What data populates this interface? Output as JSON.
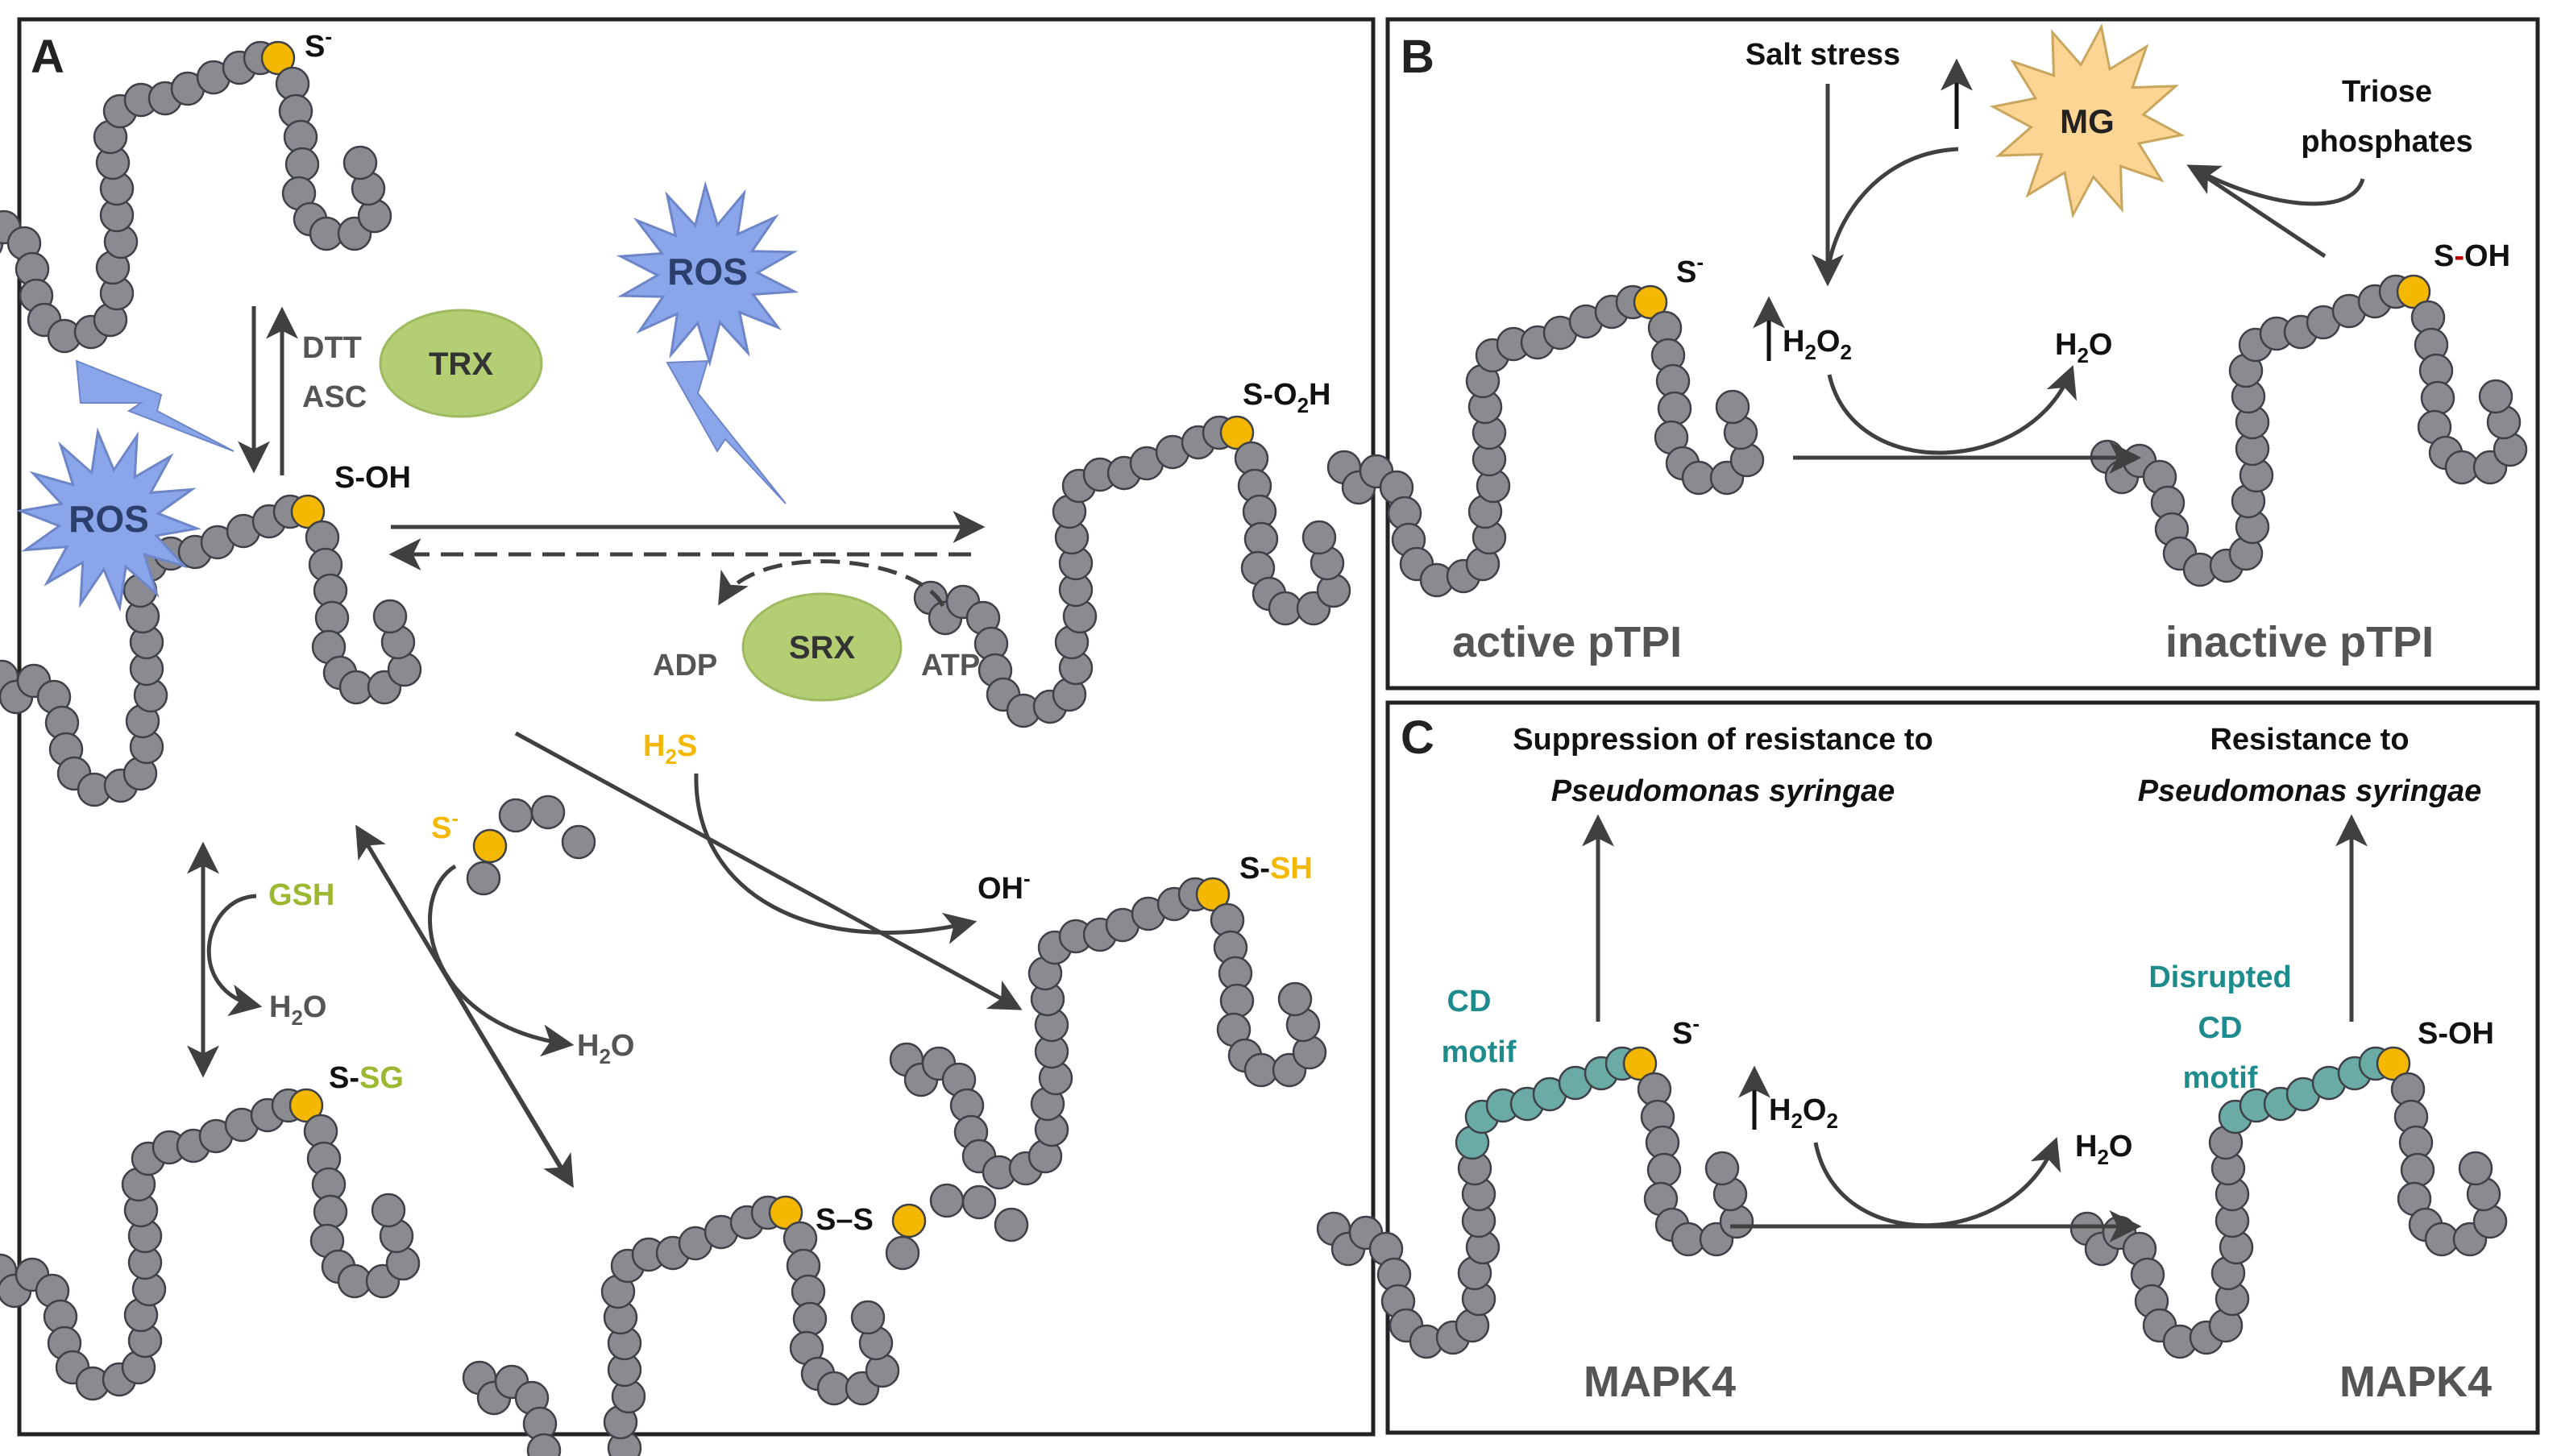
{
  "colors": {
    "bead_fill": "#8a8b90",
    "bead_stroke": "#3f4148",
    "cys_fill": "#f5b800",
    "cd_fill": "#6aaba6",
    "ros_fill": "#8aa5ea",
    "mg_fill": "#fcd494",
    "oval_fill": "#b4ce74",
    "arrow": "#404040",
    "text_dark": "#111111",
    "text_gray": "#555555",
    "gsh_green": "#9bb830",
    "h2s_orange": "#f5b800",
    "teal": "#1e8c8c",
    "red_dash": "#c00000"
  },
  "panelA": {
    "letter": "A",
    "top": {
      "state": "S",
      "charge": "-"
    },
    "center": {
      "state": "S-OH"
    },
    "right_top": {
      "state_prefix": "S-O",
      "sub": "2",
      "suffix": "H"
    },
    "dtt": "DTT",
    "asc": "ASC",
    "trx": "TRX",
    "ros_left": "ROS",
    "ros_top": "ROS",
    "srx": "SRX",
    "adp": "ADP",
    "atp": "ATP",
    "gsh": "GSH",
    "h2o_gsh": {
      "main": "H",
      "sub": "2",
      "tail": "O"
    },
    "gsh_product": {
      "s": "S-",
      "sg": "SG"
    },
    "thiolate": {
      "s": "S",
      "charge": "-"
    },
    "h2o_disulfide": {
      "main": "H",
      "sub": "2",
      "tail": "O"
    },
    "disulfide": "S–S",
    "h2s": {
      "main": "H",
      "sub": "2",
      "tail": "S"
    },
    "oh": {
      "main": "OH",
      "charge": "-"
    },
    "persulfide": {
      "s": "S-",
      "sh": "SH"
    }
  },
  "panelB": {
    "letter": "B",
    "salt": "Salt stress",
    "mg": "MG",
    "triose1": "Triose",
    "triose2": "phosphates",
    "state_left": {
      "s": "S",
      "charge": "-"
    },
    "state_right": {
      "s": "S",
      "dash": "-",
      "oh": "OH"
    },
    "h2o2": {
      "main": "H",
      "sub": "2",
      "o": "O",
      "sub2": "2"
    },
    "h2o": {
      "main": "H",
      "sub": "2",
      "tail": "O"
    },
    "label_left": "active pTPI",
    "label_right": "inactive pTPI"
  },
  "panelC": {
    "letter": "C",
    "left_title1": "Suppression  of resistance to",
    "left_title2": "Pseudomonas  syringae",
    "right_title1": "Resistance to",
    "right_title2": "Pseudomonas  syringae",
    "cd1": "CD",
    "cd2": "motif",
    "dcd1": "Disrupted",
    "dcd2": "CD",
    "dcd3": "motif",
    "state_left": {
      "s": "S",
      "charge": "-"
    },
    "state_right": "S-OH",
    "h2o2": {
      "main": "H",
      "sub": "2",
      "o": "O",
      "sub2": "2"
    },
    "h2o": {
      "main": "H",
      "sub": "2",
      "tail": "O"
    },
    "label_left": "MAPK4",
    "label_right": "MAPK4"
  }
}
